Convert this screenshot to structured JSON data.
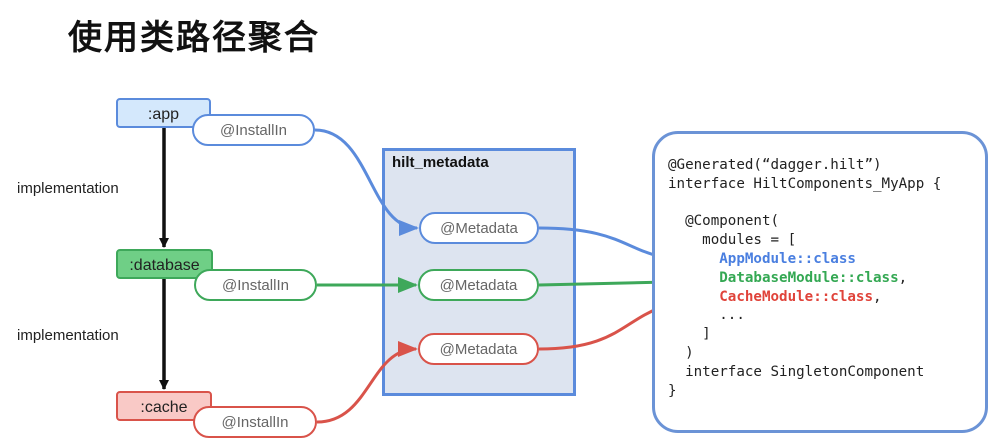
{
  "title": "使用类路径聚合",
  "colors": {
    "blue": "#5b8bdc",
    "green": "#3ea85a",
    "red": "#d9534a",
    "app_fill": "#d4e8fc",
    "database_fill": "#6fcf86",
    "cache_fill": "#f9c9c6",
    "hilt_box_fill": "#dde4f0"
  },
  "modules": [
    {
      "id": "app",
      "label": ":app",
      "annotation": "@InstallIn",
      "color": "blue"
    },
    {
      "id": "database",
      "label": ":database",
      "annotation": "@InstallIn",
      "color": "green"
    },
    {
      "id": "cache",
      "label": ":cache",
      "annotation": "@InstallIn",
      "color": "red"
    }
  ],
  "dependency_edges": [
    {
      "from": ":app",
      "to": ":database",
      "label": "implementation"
    },
    {
      "from": ":database",
      "to": ":cache",
      "label": "implementation"
    }
  ],
  "hilt_metadata": {
    "label": "hilt_metadata",
    "entries": [
      "@Metadata",
      "@Metadata",
      "@Metadata"
    ]
  },
  "generated_code": {
    "line1": "@Generated(“dagger.hilt”)",
    "line2": "interface HiltComponents_MyApp {",
    "line3": "",
    "line4": "  @Component(",
    "line5": "    modules = [",
    "app_module": "AppModule::class",
    "database_module": "DatabaseModule::class",
    "database_suffix": ",",
    "cache_module": "CacheModule::class",
    "cache_suffix": ",",
    "ellipsis": "      ...",
    "close_bracket": "    ]",
    "close_paren": "  )",
    "singleton": "  interface SingletonComponent",
    "close_brace": "}"
  }
}
